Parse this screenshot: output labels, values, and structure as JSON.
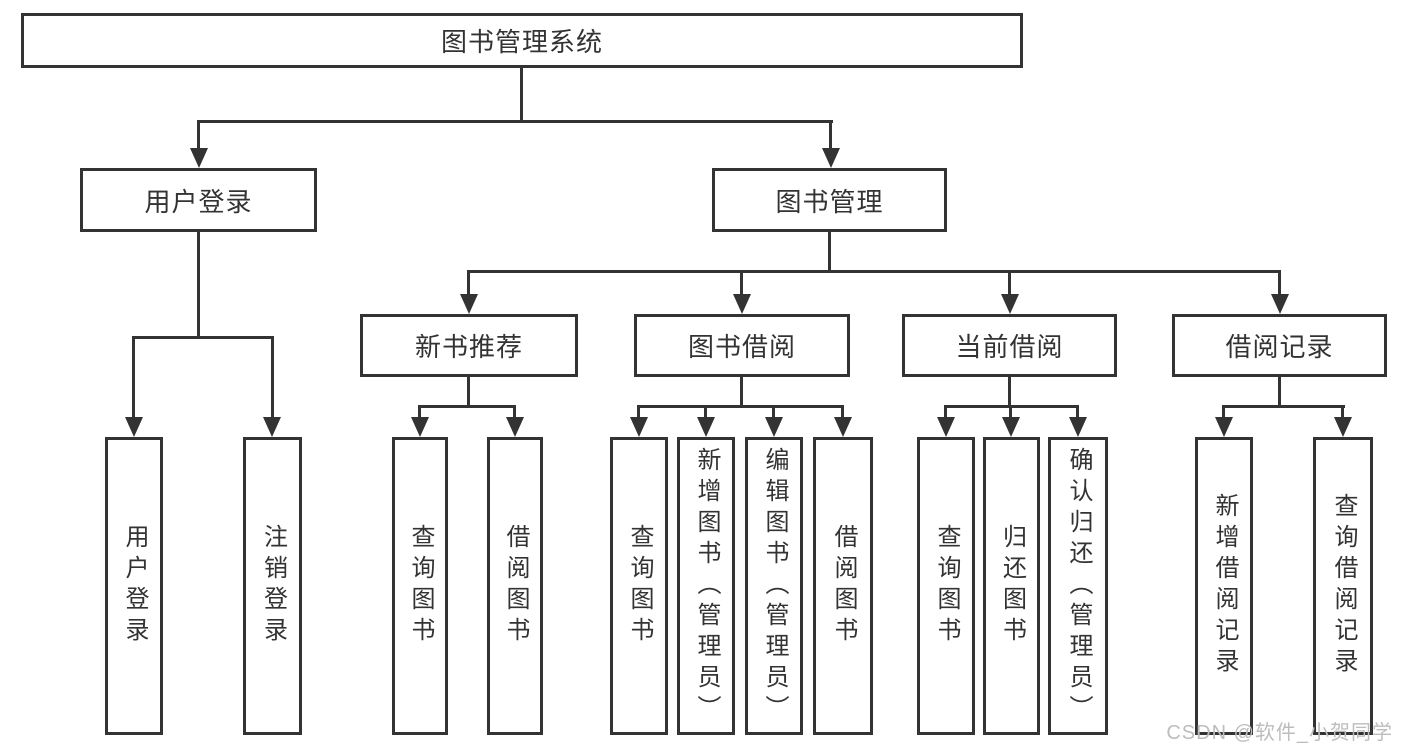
{
  "tree": {
    "label": "图书管理系统",
    "children": [
      {
        "label": "用户登录",
        "children": [
          {
            "label": "用户登录"
          },
          {
            "label": "注销登录"
          }
        ]
      },
      {
        "label": "图书管理",
        "children": [
          {
            "label": "新书推荐",
            "children": [
              {
                "label": "查询图书"
              },
              {
                "label": "借阅图书"
              }
            ]
          },
          {
            "label": "图书借阅",
            "children": [
              {
                "label": "查询图书"
              },
              {
                "label": "新增图书（管理员）"
              },
              {
                "label": "编辑图书（管理员）"
              },
              {
                "label": "借阅图书"
              }
            ]
          },
          {
            "label": "当前借阅",
            "children": [
              {
                "label": "查询图书"
              },
              {
                "label": "归还图书"
              },
              {
                "label": "确认归还（管理员）"
              }
            ]
          },
          {
            "label": "借阅记录",
            "children": [
              {
                "label": "新增借阅记录"
              },
              {
                "label": "查询借阅记录"
              }
            ]
          }
        ]
      }
    ]
  },
  "watermark": {
    "text": "CSDN @软件_小贺同学"
  },
  "colors": {
    "line": "#333333",
    "text": "#333333",
    "watermark": "#bdbdbd",
    "background": "#ffffff"
  }
}
